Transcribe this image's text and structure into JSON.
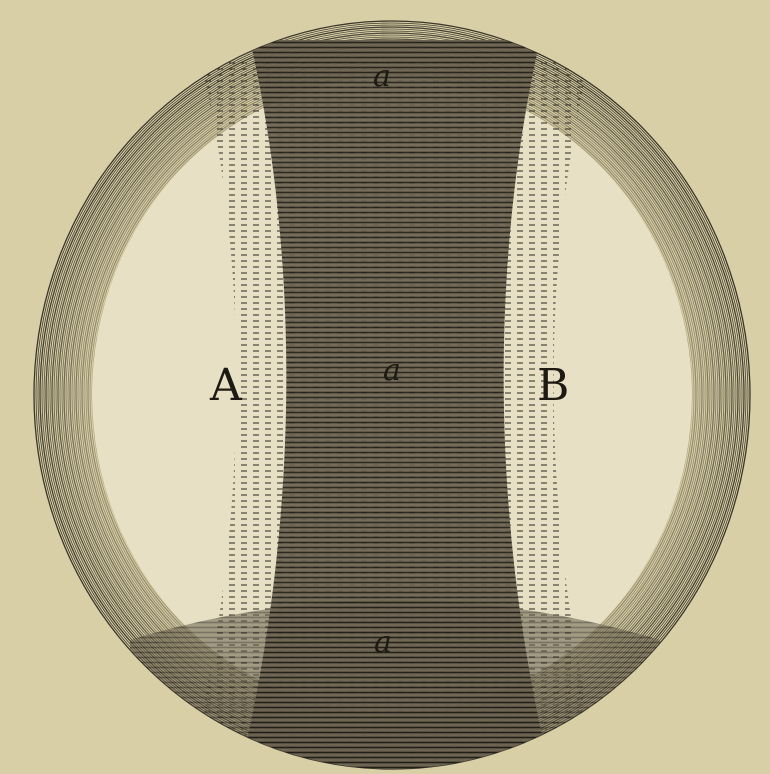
{
  "figure": {
    "labels": {
      "left": "A",
      "right": "B",
      "band_top": "a",
      "band_center": "a",
      "band_bottom": "a"
    },
    "colors": {
      "paper": "#d9cfa6",
      "ink": "#1d1a14",
      "light_area": "#e8e0c4"
    }
  }
}
